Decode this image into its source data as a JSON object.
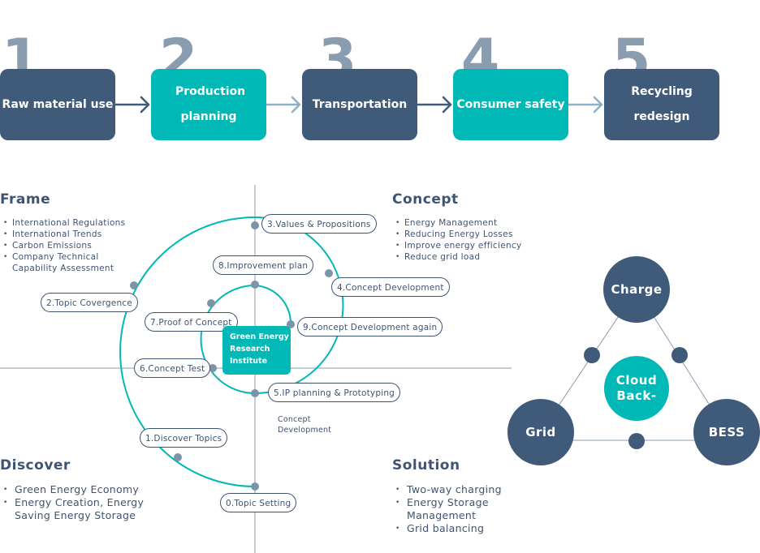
{
  "process": {
    "steps": [
      {
        "number": "1",
        "label": "Raw material use"
      },
      {
        "number": "2",
        "label": "Production planning"
      },
      {
        "number": "3",
        "label": "Transportation"
      },
      {
        "number": "4",
        "label": "Consumer safety"
      },
      {
        "number": "5",
        "label": "Recycling redesign"
      }
    ]
  },
  "quadrants": {
    "frame": {
      "title": "Frame",
      "items": [
        "International Regulations",
        "International Trends",
        "Carbon Emissions",
        "Company Technical Capability Assessment"
      ]
    },
    "concept": {
      "title": "Concept",
      "items": [
        "Energy Management",
        "Reducing Energy Losses",
        "Improve energy efficiency",
        "Reduce grid load"
      ]
    },
    "discover": {
      "title": "Discover",
      "items": [
        "Green Energy Economy",
        "Energy Creation, Energy Saving Energy Storage"
      ]
    },
    "solution": {
      "title": "Solution",
      "items": [
        "Two-way charging",
        "Energy Storage Management",
        "Grid balancing"
      ]
    }
  },
  "spiral": {
    "center": "Green Energy Research Institute",
    "stages": [
      "0.Topic Setting",
      "1.Discover Topics",
      "2.Topic Covergence",
      "3.Values & Propositions",
      "4.Concept Development",
      "5.IP planning & Prototyping",
      "6.Concept Test",
      "7.Proof of Concept",
      "8.Improvement plan",
      "9.Concept Development again"
    ],
    "note": "Concept Development"
  },
  "triangle": {
    "center": "Cloud Back-",
    "nodes": [
      "Charge",
      "Grid",
      "BESS"
    ]
  },
  "colors": {
    "navy": "#405a7a",
    "teal": "#00b8b5",
    "number": "#8a9db0",
    "arrow_light": "#8fb0c4",
    "text": "#3f5473"
  }
}
